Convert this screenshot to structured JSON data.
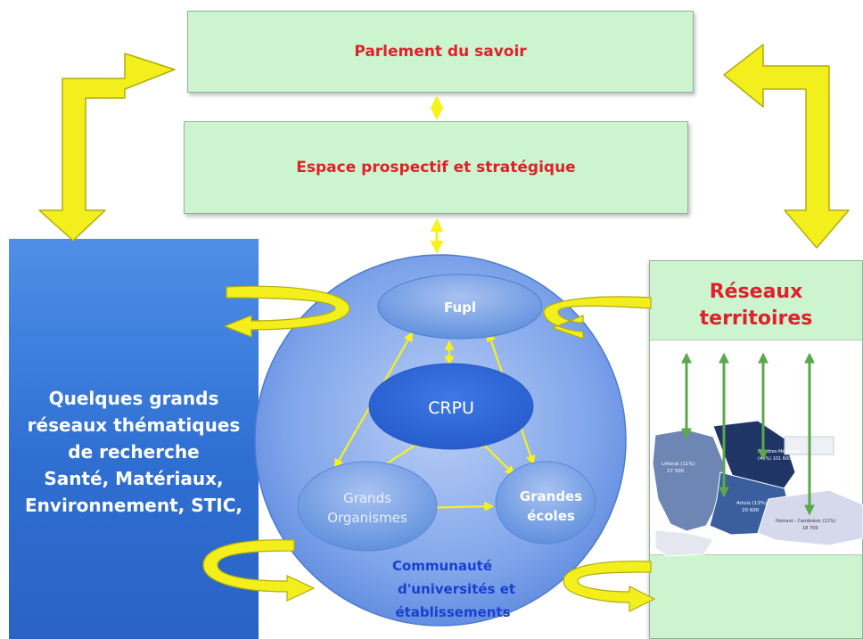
{
  "top_box": {
    "label": "Parlement du savoir"
  },
  "middle_box": {
    "label": "Espace prospectif et stratégique"
  },
  "left_panel": {
    "lines": [
      "Quelques grands",
      "réseaux thématiques",
      "de recherche",
      "Santé, Matériaux,",
      "Environnement, STIC,"
    ]
  },
  "right_panel": {
    "title_line1": "Réseaux",
    "title_line2": "territoires"
  },
  "map": {
    "labels": {
      "littoral": "Littoral (11%)",
      "littoral_n": "17 500",
      "metropole": "Flandres-Métropole",
      "metropole_n": "(40%) 101 600",
      "artois": "Artois (13%)",
      "artois_n": "20 600",
      "hainaut": "Hainaut - Cambrésis (11%)",
      "hainaut_n": "18 700"
    }
  },
  "circle": {
    "nodes": {
      "fupl": "Fupl",
      "crpu": "CRPU",
      "grands1": "Grands",
      "grands2": "Organismes",
      "ecoles1": "Grandes",
      "ecoles2": "écoles"
    },
    "caption": [
      "Communauté",
      "d'universités  et",
      "établissements"
    ]
  },
  "colors": {
    "arrow_yellow": "#f2ef1c",
    "arrow_outline": "#b4ac10",
    "title_red": "#e0202a",
    "caption_blue": "#1a3fd0",
    "map_arrow_green": "#5aa84a"
  }
}
